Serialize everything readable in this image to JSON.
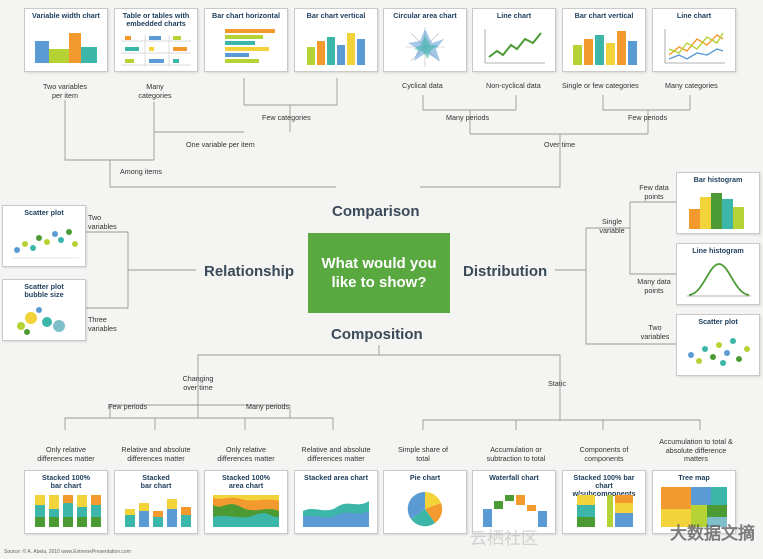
{
  "center": {
    "line1": "What would you",
    "line2": "like to show?"
  },
  "sections": {
    "comparison": "Comparison",
    "relationship": "Relationship",
    "distribution": "Distribution",
    "composition": "Composition"
  },
  "cards": {
    "variable_width": "Variable width chart",
    "table_embedded": "Table or tables with embedded charts",
    "bar_horizontal": "Bar chart horizontal",
    "bar_vertical": "Bar chart vertical",
    "circular_area": "Circular area chart",
    "line_chart_1": "Line chart",
    "bar_vertical_2": "Bar chart vertical",
    "line_chart_2": "Line chart",
    "scatter_plot": "Scatter plot",
    "scatter_bubble": "Scatter plot bubble size",
    "bar_histogram": "Bar histogram",
    "line_histogram": "Line histogram",
    "scatter_plot_2": "Scatter plot",
    "stacked_100_bar": "Stacked 100% bar chart",
    "stacked_bar": "Stacked bar chart",
    "stacked_100_area": "Stacked 100% area chart",
    "stacked_area": "Stacked area chart",
    "pie": "Pie chart",
    "waterfall": "Waterfall chart",
    "stacked_100_sub": "Stacked 100% bar chart w/subcomponents",
    "tree_map": "Tree map"
  },
  "labels": {
    "two_vars_per_item": "Two variables per item",
    "many_categories_left": "Many categories",
    "few_categories_left": "Few categories",
    "one_var_per_item": "One variable per item",
    "among_items": "Among items",
    "cyclical": "Cyclical data",
    "non_cyclical": "Non-cyclical data",
    "single_few_cats": "Single or few categories",
    "many_categories_right": "Many categories",
    "many_periods": "Many periods",
    "few_periods_right": "Few periods",
    "over_time": "Over time",
    "two_variables": "Two variables",
    "three_variables": "Three variables",
    "few_data_points": "Few data points",
    "single_variable": "Single variable",
    "many_data_points": "Many data points",
    "two_variables_dist": "Two variables",
    "changing_over_time": "Changing over time",
    "static": "Static",
    "few_periods_comp": "Few periods",
    "many_periods_comp": "Many periods",
    "only_relative_1": "Only relative differences matter",
    "relative_absolute_1": "Relative and absolute differences matter",
    "only_relative_2": "Only relative differences matter",
    "relative_absolute_2": "Relative and absolute differences matter",
    "simple_share": "Simple share of total",
    "accumulation_subtraction": "Accumulation or subtraction to total",
    "components_of_components": "Components of components",
    "accumulation_absolute": "Accumulation to total & absolute difference matters"
  },
  "footer": "Source: © A. Abela, 2010  www.ExtremePresentation.com",
  "watermark": "大数据文摘",
  "watermark_faint": "云栖社区",
  "colors": {
    "green": "#5aa840",
    "orange": "#f29a2e",
    "yellow": "#f3d33a",
    "blue": "#5b9bd5",
    "teal": "#3cb6a8",
    "lime": "#b5d334"
  }
}
